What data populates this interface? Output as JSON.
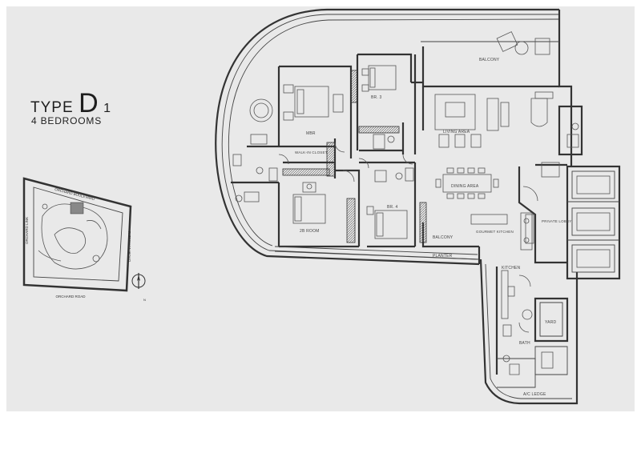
{
  "title": {
    "type_word": "TYPE",
    "letter": "D",
    "number": "1",
    "subtitle": "4 BEDROOMS"
  },
  "site_plan": {
    "roads": {
      "top": "ORCHARD BOULEVARD",
      "bottom": "ORCHARD ROAD",
      "left": "ORCHARD LINK",
      "right": "PATERSON ROAD"
    },
    "compass": "N"
  },
  "rooms": {
    "balcony_top": "BALCONY",
    "master": "MBR",
    "bedroom3": "BR. 3",
    "living": "LIVING AREA",
    "walkin": "WALK-IN CLOSET",
    "dining": "DINING AREA",
    "bedroom2": "2B ROOM",
    "bedroom4": "BR. 4",
    "balcony_bottom": "BALCONY",
    "planter": "PLANTER",
    "dry_kitchen": "GOURMET KITCHEN",
    "lobby": "PRIVATE LOBBY",
    "kitchen": "KITCHEN",
    "yard": "YARD",
    "bath": "BATH",
    "ac_ledge": "A/C LEDGE"
  },
  "colors": {
    "paper": "#e9e9e9",
    "ink": "#333333"
  }
}
